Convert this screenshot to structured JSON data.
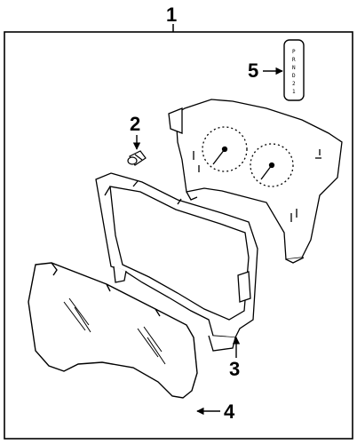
{
  "callouts": {
    "c1": "1",
    "c2": "2",
    "c3": "3",
    "c4": "4",
    "c5": "5"
  },
  "indicator_letters": [
    "P",
    "R",
    "N",
    "D",
    "2",
    "1"
  ],
  "colors": {
    "ink": "#000000",
    "paper": "#ffffff"
  }
}
